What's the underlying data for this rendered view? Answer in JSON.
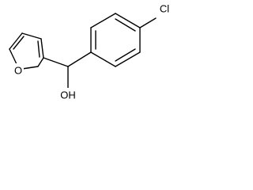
{
  "atoms": {
    "oxygen_ring": "O",
    "hydroxyl": "OH",
    "chlorine": "Cl"
  }
}
